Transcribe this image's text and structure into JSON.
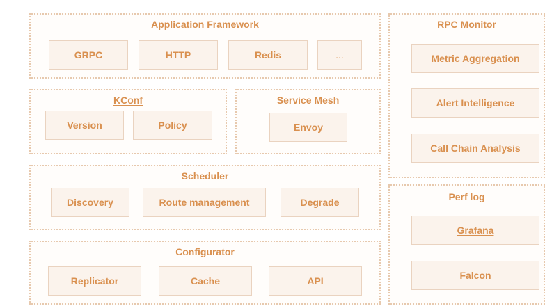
{
  "application_framework": {
    "title": "Application Framework",
    "items": [
      "GRPC",
      "HTTP",
      "Redis",
      "..."
    ]
  },
  "kconf": {
    "title": "KConf",
    "items": [
      "Version",
      "Policy"
    ]
  },
  "service_mesh": {
    "title": "Service Mesh",
    "items": [
      "Envoy"
    ]
  },
  "scheduler": {
    "title": "Scheduler",
    "items": [
      "Discovery",
      "Route management",
      "Degrade"
    ]
  },
  "configurator": {
    "title": "Configurator",
    "items": [
      "Replicator",
      "Cache",
      "API"
    ]
  },
  "rpc_monitor": {
    "title": "RPC Monitor",
    "items": [
      "Metric Aggregation",
      "Alert Intelligence",
      "Call Chain Analysis"
    ]
  },
  "perf_log": {
    "title": "Perf log",
    "items": [
      "Grafana",
      "Falcon"
    ]
  },
  "colors": {
    "accent_text": "#d9904f",
    "box_fill": "#fbf3ec",
    "box_border": "#ead3c0",
    "group_border": "#e7c9ae"
  }
}
